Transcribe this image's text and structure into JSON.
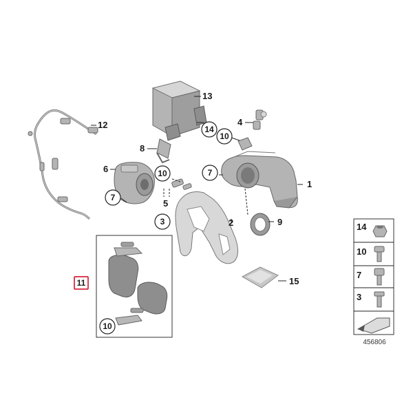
{
  "callouts": {
    "c1": "1",
    "c2": "2",
    "c3": "3",
    "c4": "4",
    "c5": "5",
    "c6": "6",
    "c7a": "7",
    "c7b": "7",
    "c8": "8",
    "c9": "9",
    "c10a": "10",
    "c10b": "10",
    "c10c": "10",
    "c11": "11",
    "c12": "12",
    "c13": "13",
    "c14": "14",
    "c15": "15"
  },
  "legend": {
    "items": [
      "14",
      "10",
      "7",
      "3"
    ]
  },
  "reference_number": "456806",
  "colors": {
    "highlight_box": "#d0021b",
    "part_fill": "#a8a8a8"
  }
}
